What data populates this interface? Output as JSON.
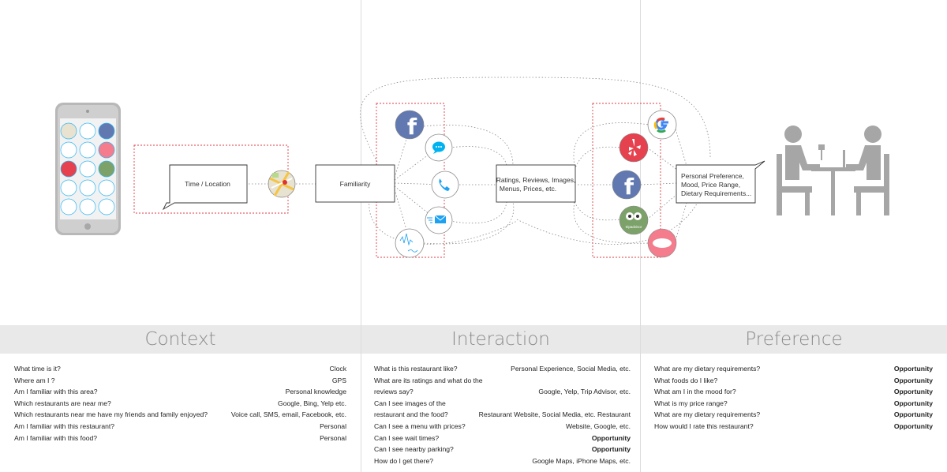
{
  "diagram": {
    "time_location_label": "Time / Location",
    "familiarity_label": "Familiarity",
    "ratings_label": [
      "Ratings, Reviews, Images,",
      "Menus, Prices, etc."
    ],
    "preference_label": [
      "Personal Preference,",
      "Mood, Price Range,",
      "Dietary Requirements..."
    ],
    "tripadvisor_icon_text": "tripadvisor"
  },
  "colors": {
    "facebook": "#6179b0",
    "messenger": "#00b2f0",
    "phone": "#1da1f2",
    "yelp": "#e5414e",
    "tripadvisor": "#7ca26a",
    "zomato": "#f47c8c",
    "dotted_red": "#e03a45",
    "header_bg": "#e9e9e9"
  },
  "sections": [
    {
      "title": "Context",
      "rows": [
        {
          "q": "What time is it?",
          "a": "Clock",
          "bold": false
        },
        {
          "q": "Where am I ?",
          "a": "GPS",
          "bold": false
        },
        {
          "q": "Am I familiar with this area?",
          "a": "Personal knowledge",
          "bold": false
        },
        {
          "q": "Which restaurants are near me?",
          "a": "Google, Bing, Yelp etc.",
          "bold": false
        },
        {
          "q": "Which restaurants near me have my friends and family enjoyed?",
          "a": "Voice call, SMS, email, Facebook, etc.",
          "bold": false
        },
        {
          "q": "Am I familiar with this restaurant?",
          "a": "Personal",
          "bold": false
        },
        {
          "q": "Am I familiar with this food?",
          "a": "Personal",
          "bold": false
        }
      ]
    },
    {
      "title": "Interaction",
      "rows": [
        {
          "q": "What is this restaurant like?",
          "a": "Personal Experience, Social Media, etc.",
          "bold": false,
          "wrap": false
        },
        {
          "q": "What are its ratings and what do the reviews say?",
          "a": "Google, Yelp, Trip Advisor, etc.",
          "bold": false,
          "wrap": true
        },
        {
          "q": "Can I see images of the restaurant and the food?",
          "a": "Restaurant Website, Social Media, etc. Restaurant",
          "bold": false,
          "wrap": true
        },
        {
          "q": "Can I see a menu with prices?",
          "a": "Website, Google, etc.",
          "bold": false,
          "wrap": false
        },
        {
          "q": "Can I see wait times?",
          "a": "Opportunity",
          "bold": true,
          "wrap": false
        },
        {
          "q": "Can I see nearby parking?",
          "a": "Opportunity",
          "bold": true,
          "wrap": false
        },
        {
          "q": "How do I get there?",
          "a": "Google Maps, iPhone Maps, etc.",
          "bold": false,
          "wrap": false
        }
      ]
    },
    {
      "title": "Preference",
      "rows": [
        {
          "q": "What are my dietary requirements?",
          "a": "Opportunity",
          "bold": true
        },
        {
          "q": "What foods do I like?",
          "a": "Opportunity",
          "bold": true
        },
        {
          "q": "What am I in the mood for?",
          "a": "Opportunity",
          "bold": true
        },
        {
          "q": "What is my price range?",
          "a": "Opportunity",
          "bold": true
        },
        {
          "q": "What are my dietary requirements?",
          "a": "Opportunity",
          "bold": true
        },
        {
          "q": "How would I rate this restaurant?",
          "a": "Opportunity",
          "bold": true
        }
      ]
    }
  ]
}
